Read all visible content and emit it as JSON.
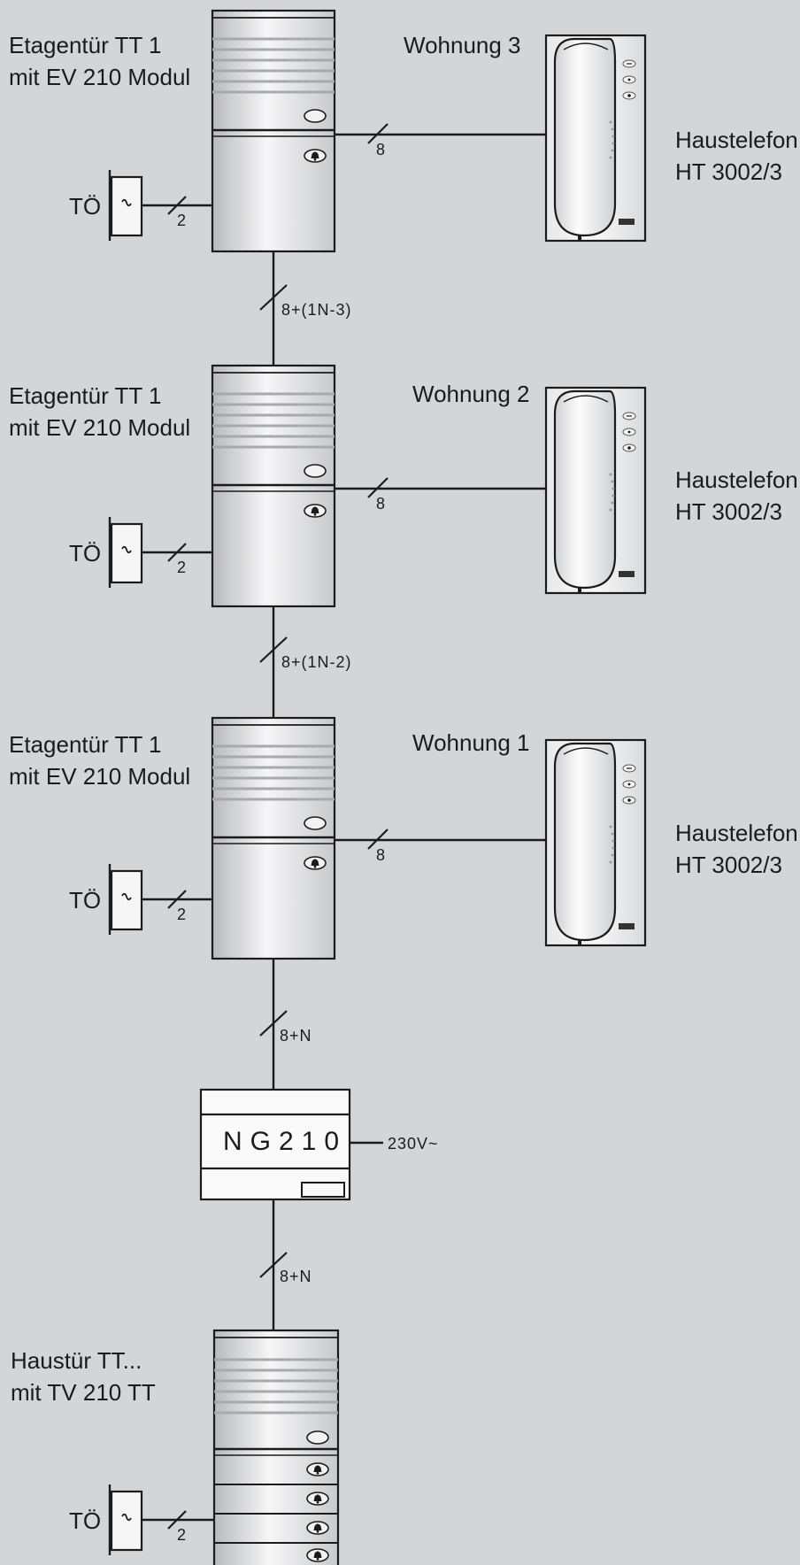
{
  "colors": {
    "background": "#d4d5d7",
    "line": "#1b1b1b",
    "device_light": "#f4f4f5",
    "device_shade": "#c2c3c5"
  },
  "floors": [
    {
      "door_label": [
        "Etagentür TT 1",
        "mit EV 210 Modul"
      ],
      "apartment": "Wohnung 3",
      "phone_label": [
        "Haustelefon",
        "HT 3002/3"
      ],
      "opener": "TÖ",
      "opener_wires": "2",
      "phone_wires": "8",
      "riser_wires": "8+(1N-3)"
    },
    {
      "door_label": [
        "Etagentür TT 1",
        "mit EV 210 Modul"
      ],
      "apartment": "Wohnung 2",
      "phone_label": [
        "Haustelefon",
        "HT 3002/3"
      ],
      "opener": "TÖ",
      "opener_wires": "2",
      "phone_wires": "8",
      "riser_wires": "8+(1N-2)"
    },
    {
      "door_label": [
        "Etagentür TT 1",
        "mit EV 210 Modul"
      ],
      "apartment": "Wohnung 1",
      "phone_label": [
        "Haustelefon",
        "HT 3002/3"
      ],
      "opener": "TÖ",
      "opener_wires": "2",
      "phone_wires": "8",
      "riser_wires": "8+N"
    }
  ],
  "power_supply": {
    "label": "NG210",
    "mains": "230V~",
    "out_wires": "8+N"
  },
  "main_door": {
    "label": [
      "Haustür TT...",
      "mit TV 210 TT"
    ],
    "opener": "TÖ",
    "opener_wires": "2",
    "bell_buttons": 4
  }
}
